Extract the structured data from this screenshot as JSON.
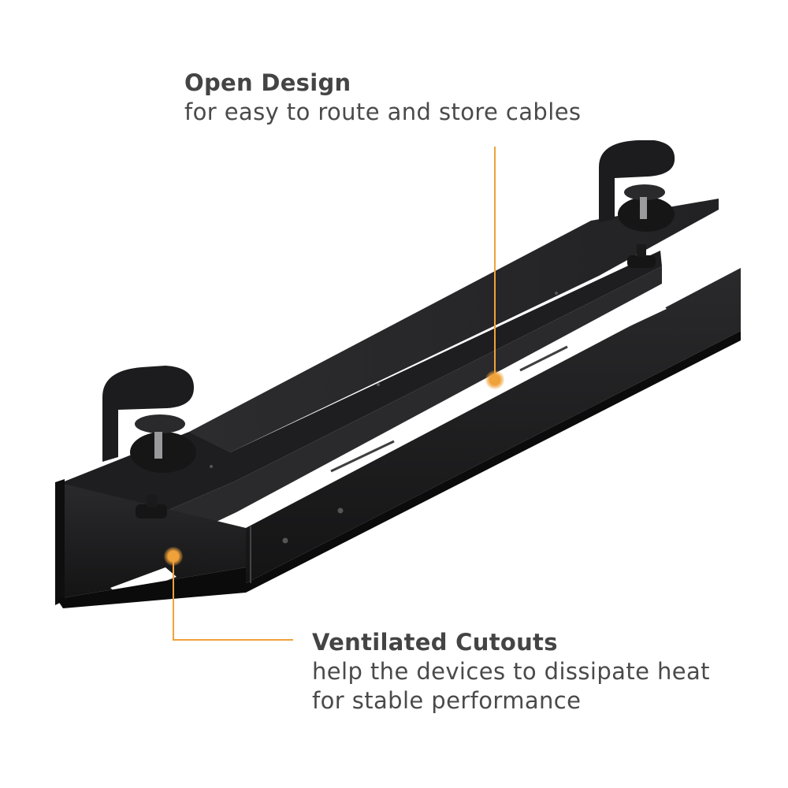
{
  "colors": {
    "accent": "#f0a23a",
    "text": "#444444",
    "product": "#1b1b1c"
  },
  "callouts": {
    "open_design": {
      "title": "Open Design",
      "desc": "for easy to route and store cables"
    },
    "ventilated": {
      "title": "Ventilated Cutouts",
      "desc_line1": "help the devices to dissipate heat",
      "desc_line2": "for stable performance"
    }
  },
  "product": {
    "description": "black under-desk cable management tray with two clamps"
  }
}
